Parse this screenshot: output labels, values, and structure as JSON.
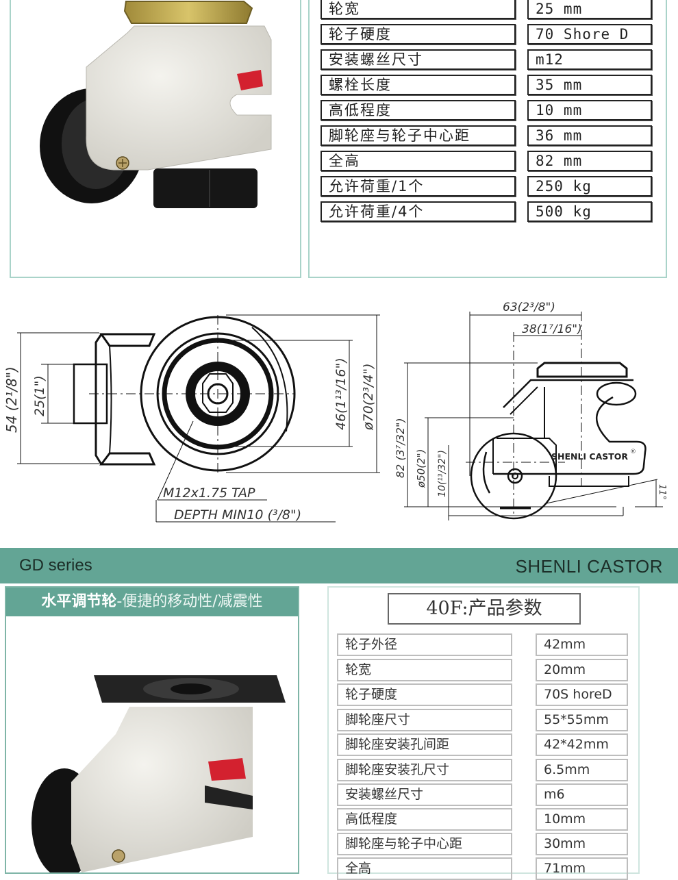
{
  "top_spec_table": {
    "rows": [
      {
        "label": "轮宽",
        "value": "25 mm"
      },
      {
        "label": "轮子硬度",
        "value": "70 Shore D"
      },
      {
        "label": "安装螺丝尺寸",
        "value": "m12"
      },
      {
        "label": "螺栓长度",
        "value": "35 mm"
      },
      {
        "label": "高低程度",
        "value": "10 mm"
      },
      {
        "label": "脚轮座与轮子中心距",
        "value": "36 mm"
      },
      {
        "label": "全高",
        "value": "82 mm"
      },
      {
        "label": "允许荷重/1个",
        "value": "250 kg"
      },
      {
        "label": "允许荷重/4个",
        "value": "500 kg"
      }
    ]
  },
  "top_photo": {
    "icon": "leveling-caster-threaded-stem-photo"
  },
  "top_view_drawing": {
    "dim_54": "54 (2¹/8\")",
    "dim_25": "25(1\")",
    "dim_46": "46(1¹³/16\")",
    "dim_70": "ø70(2³/4\")",
    "tap_line1": "M12x1.75  TAP",
    "tap_line2": "DEPTH  MIN10 (³/8\")"
  },
  "side_view_drawing": {
    "dim_63": "63(2³/8\")",
    "dim_38": "38(1⁷/16\")",
    "dim_82": "82 (3⁷/32\")",
    "dim_50": "ø50(2\")",
    "dim_10": "10(¹³/32\")",
    "dim_11": "11°",
    "brand_label": "SHENLI CASTOR",
    "registered_mark": "®"
  },
  "banner": {
    "left": "GD series",
    "right": "SHENLI CASTOR",
    "color": "#63a595"
  },
  "bottom_photo": {
    "title_bold": "水平调节轮",
    "title_light": "-便捷的移动性/减震性",
    "icon": "leveling-caster-plate-top-photo"
  },
  "bottom_spec_table": {
    "title": "40F:产品参数",
    "rows": [
      {
        "label": "轮子外径",
        "value": "42mm"
      },
      {
        "label": "轮宽",
        "value": "20mm"
      },
      {
        "label": "轮子硬度",
        "value": "70S horeD"
      },
      {
        "label": "脚轮座尺寸",
        "value": "55*55mm"
      },
      {
        "label": "脚轮座安装孔间距",
        "value": "42*42mm"
      },
      {
        "label": "脚轮座安装孔尺寸",
        "value": "6.5mm"
      },
      {
        "label": "安装螺丝尺寸",
        "value": "m6"
      },
      {
        "label": "高低程度",
        "value": "10mm"
      },
      {
        "label": "脚轮座与轮子中心距",
        "value": "30mm"
      },
      {
        "label": "全高",
        "value": "71mm"
      }
    ]
  }
}
